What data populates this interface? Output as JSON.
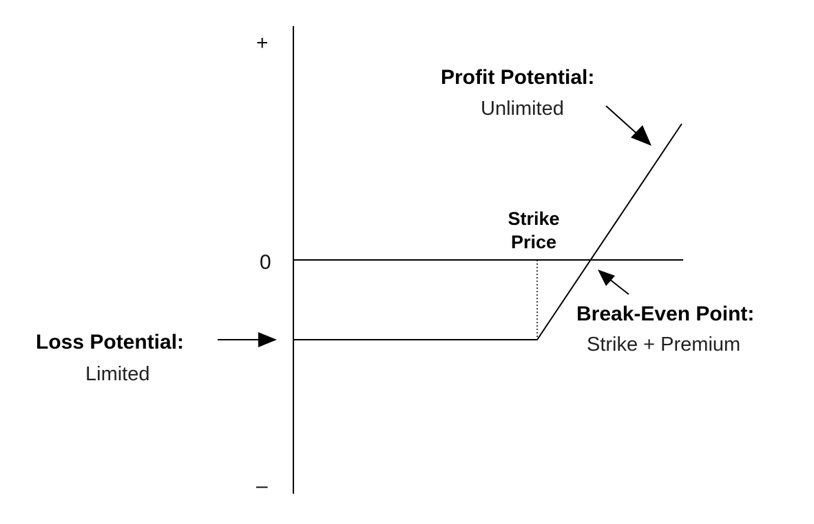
{
  "axis": {
    "plus": "+",
    "zero": "0",
    "minus": "–"
  },
  "profit": {
    "title": "Profit Potential:",
    "value": "Unlimited"
  },
  "strike": {
    "line1": "Strike",
    "line2": "Price"
  },
  "breakeven": {
    "title": "Break-Even Point:",
    "value": "Strike + Premium"
  },
  "loss": {
    "title": "Loss Potential:",
    "value": "Limited"
  }
}
